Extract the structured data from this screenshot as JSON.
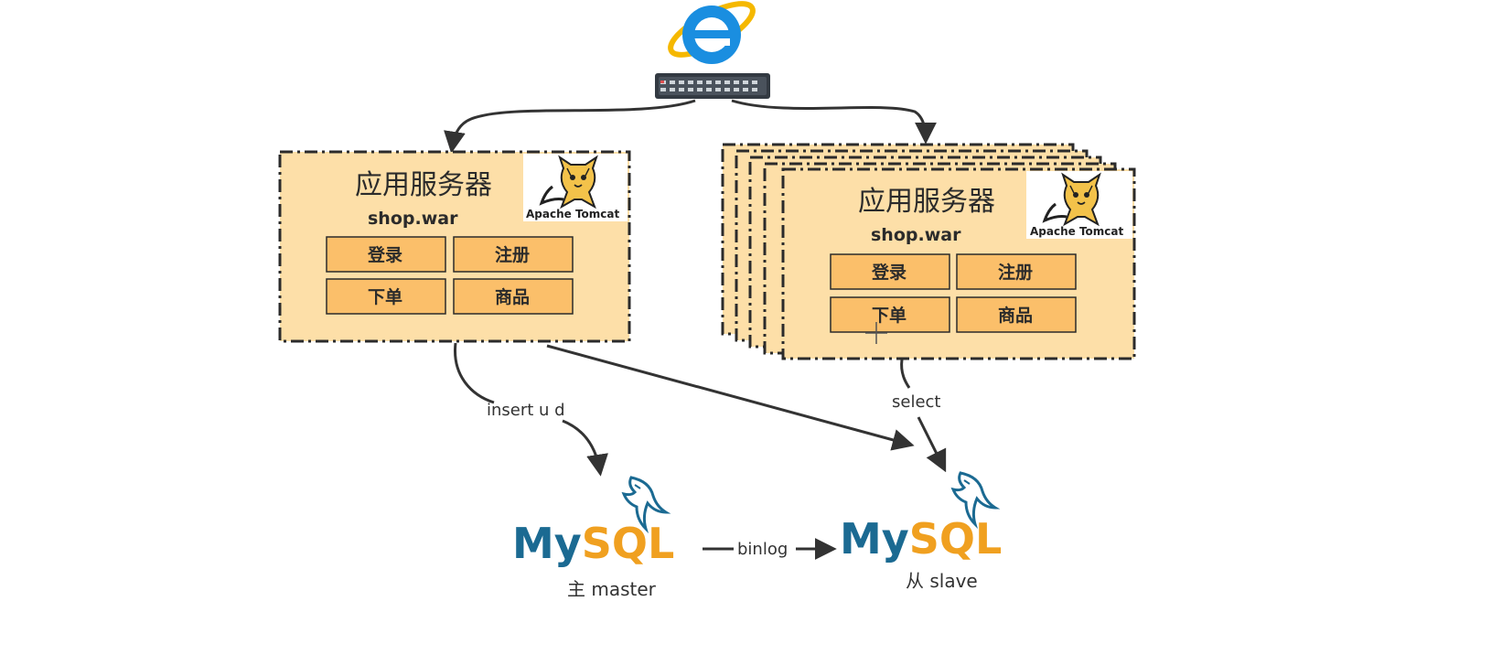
{
  "server_left": {
    "title": "应用服务器",
    "war": "shop.war",
    "tomcat_label": "Apache Tomcat",
    "buttons": [
      "登录",
      "注册",
      "下单",
      "商品"
    ]
  },
  "server_right": {
    "title": "应用服务器",
    "war": "shop.war",
    "tomcat_label": "Apache Tomcat",
    "buttons": [
      "登录",
      "注册",
      "下单",
      "商品"
    ]
  },
  "edges": {
    "insert": "insert u d",
    "select": "select",
    "binlog": "binlog"
  },
  "db_master": {
    "logo_my": "My",
    "logo_sql": "SQL",
    "caption": "主 master"
  },
  "db_slave": {
    "logo_my": "My",
    "logo_sql": "SQL",
    "caption": "从 slave"
  },
  "icons": {
    "browser": "ie-browser-icon",
    "switch": "network-switch-icon",
    "tomcat": "tomcat-cat-icon",
    "mysql": "mysql-dolphin-icon"
  },
  "colors": {
    "box_fill": "#fddfa8",
    "button_fill": "#fbbf6a",
    "border": "#2b2b2b",
    "ie_blue": "#1a8ee0",
    "ie_ring": "#f5b800"
  }
}
